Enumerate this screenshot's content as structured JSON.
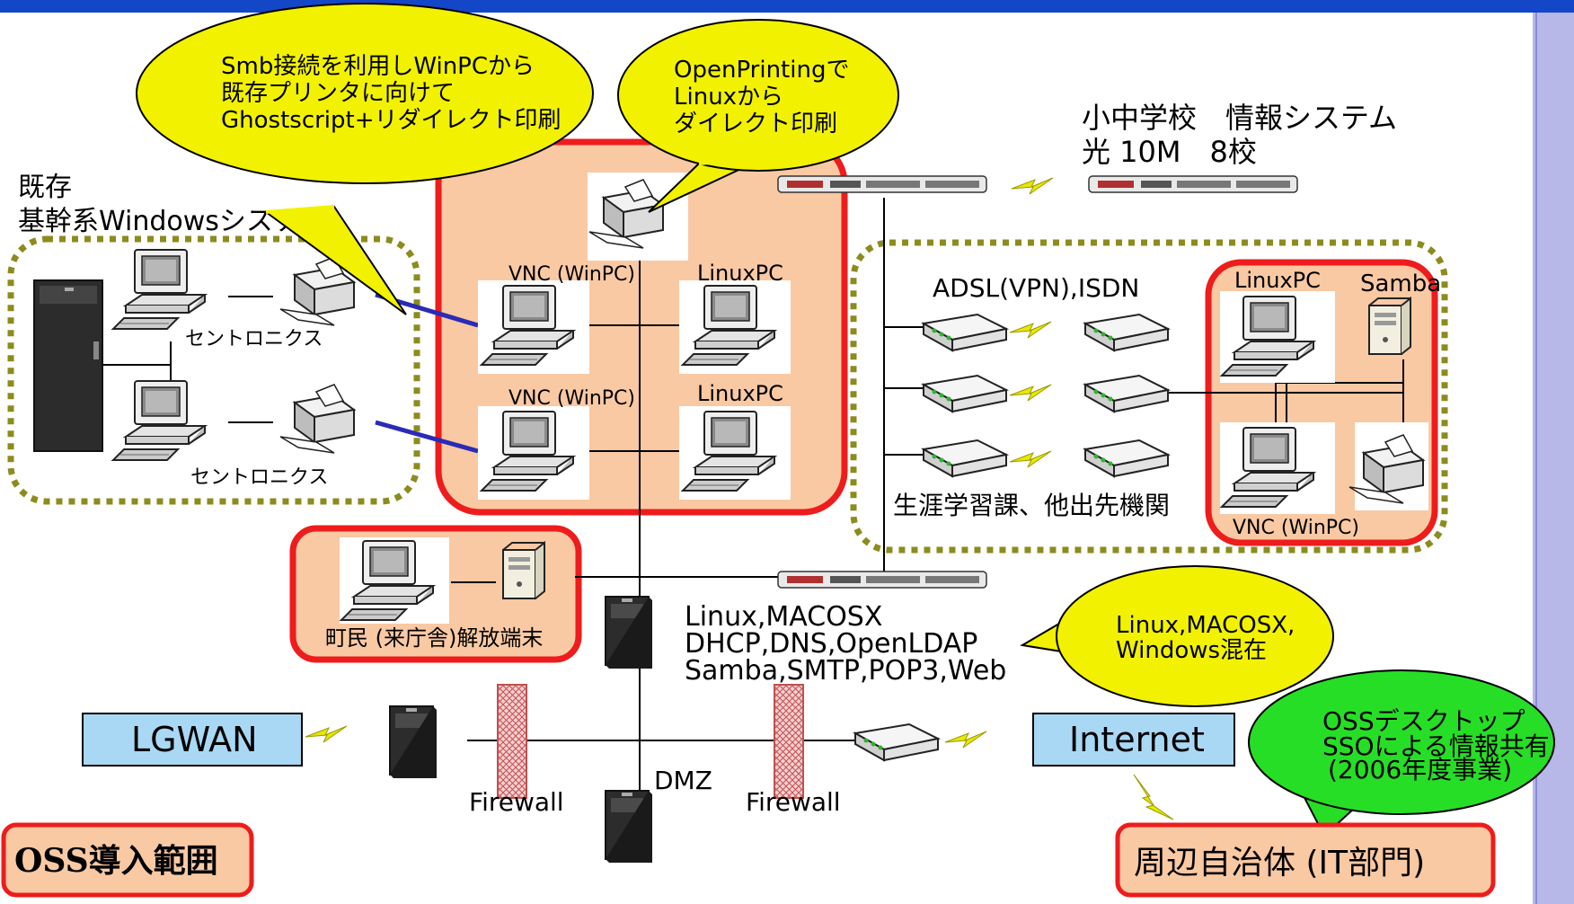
{
  "colors": {
    "header_bar": "#1446c8",
    "side_strip": "#b7b7e8",
    "oss_zone_fill": "#f9c9a3",
    "oss_zone_border": "#ee1c1c",
    "dotted_border": "#8c8c1e",
    "callout_yellow": "#f2f200",
    "callout_green": "#27de27",
    "network_box": "#a9d8f5",
    "firewall": "#e08a8a",
    "link_line": "#2b2bb8",
    "lightning": "#e8e800"
  },
  "callouts": {
    "smb": [
      "Smb接続を利用しWinPCから",
      "既存プリンタに向けて",
      "Ghostscript+リダイレクト印刷"
    ],
    "openprinting": [
      "OpenPrintingで",
      "Linuxから",
      "ダイレクト印刷"
    ],
    "mixed": [
      "Linux,MACOSX,",
      "Windows混在"
    ],
    "oss_desktop": [
      "OSSデスクトップ",
      "SSOによる情報共有",
      "(2006年度事業)"
    ]
  },
  "legacy": {
    "title_line1": "既存",
    "title_line2": "基幹系Windowsシステム",
    "centronics_top": "セントロニクス",
    "centronics_bottom": "セントロニクス"
  },
  "center_zone": {
    "vnc_top": "VNC (WinPC)",
    "linux_top": "LinuxPC",
    "vnc_bottom": "VNC (WinPC)",
    "linux_bottom": "LinuxPC"
  },
  "schools": {
    "line1": "小中学校　情報システム",
    "line2": "光 10M　8校"
  },
  "remote": {
    "title": "ADSL(VPN),ISDN",
    "caption": "生涯学習課、他出先機関",
    "linux_label": "LinuxPC",
    "samba_label": "Samba",
    "vnc_label": "VNC (WinPC)"
  },
  "citizen": {
    "label": "町民 (来庁舎)解放端末"
  },
  "server": {
    "line1": "Linux,MACOSX",
    "line2": "DHCP,DNS,OpenLDAP",
    "line3": "Samba,SMTP,POP3,Web"
  },
  "network": {
    "lgwan": "LGWAN",
    "internet": "Internet",
    "firewall_left": "Firewall",
    "firewall_right": "Firewall",
    "dmz": "DMZ"
  },
  "badges": {
    "oss_scope": "OSS導入範囲",
    "neighbor": "周辺自治体 (IT部門)"
  }
}
